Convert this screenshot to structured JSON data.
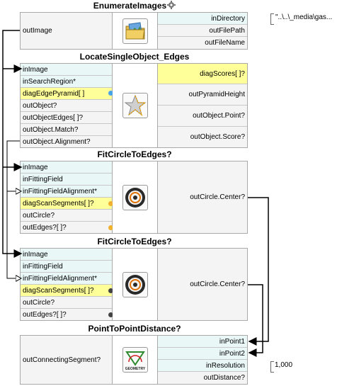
{
  "blocks": {
    "enumerate": {
      "title": "EnumerateImages",
      "icon": "image-folder-icon",
      "input_left": "outImage",
      "outputs": [
        "inDirectory",
        "outFilePath",
        "outFileName"
      ],
      "directory_value": "\"..\\..\\_media\\gas..."
    },
    "locate": {
      "title": "LocateSingleObject_Edges",
      "icon": "star-match-icon",
      "inputs": [
        "inImage",
        "inSearchRegion*",
        "diagEdgePyramid[ ]",
        "outObject?",
        "outObjectEdges[ ]?",
        "outObject.Match?",
        "outObject.Alignment?"
      ],
      "outputs": [
        "diagScores[ ]?",
        "outPyramidHeight",
        "outObject.Point?",
        "outObject.Score?"
      ]
    },
    "fit1": {
      "title": "FitCircleToEdges?",
      "icon": "circle-target-icon",
      "inputs": [
        "inImage",
        "inFittingField",
        "inFittingFieldAlignment*",
        "diagScanSegments[ ]?",
        "outCircle?",
        "outEdges?[ ]?"
      ],
      "output": "outCircle.Center?"
    },
    "fit2": {
      "title": "FitCircleToEdges?",
      "icon": "circle-target-icon",
      "inputs": [
        "inImage",
        "inFittingField",
        "inFittingFieldAlignment*",
        "diagScanSegments[ ]?",
        "outCircle?",
        "outEdges?[ ]?"
      ],
      "output": "outCircle.Center?"
    },
    "dist": {
      "title": "PointToPointDistance?",
      "icon": "geometry-icon",
      "icon_text": "GEOMETRY",
      "input_left": "outConnectingSegment?",
      "outputs": [
        "inPoint1",
        "inPoint2",
        "inResolution",
        "outDistance?"
      ],
      "resolution_value": "1,000"
    }
  },
  "colors": {
    "input_bg": "#e9f7f7",
    "diag_bg": "#ffff99",
    "output_bg": "#f4f4f4",
    "border": "#a9a9a9",
    "wire": "#000000"
  }
}
